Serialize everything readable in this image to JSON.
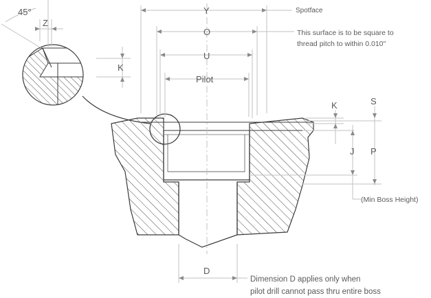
{
  "labels": {
    "angle": "45°",
    "z": "Z",
    "y": "Y",
    "spotface": "Spotface",
    "o": "O",
    "square_note_line1": "This surface is to be square to",
    "square_note_line2": "thread pitch to within 0.010\"",
    "u": "U",
    "k_detail": "K",
    "pilot": "Pilot",
    "k_main": "K",
    "s": "S",
    "j": "J",
    "p": "P",
    "min_boss_height": "(Min Boss Height)",
    "d": "D",
    "d_note_line1": "Dimension D applies only when",
    "d_note_line2": "pilot drill cannot pass thru entire boss"
  },
  "colors": {
    "outline": "#3a3a3a",
    "hatch": "#4a4a4a",
    "dimension": "#c0c0c0",
    "text": "#5a5a5a",
    "background": "#ffffff"
  }
}
